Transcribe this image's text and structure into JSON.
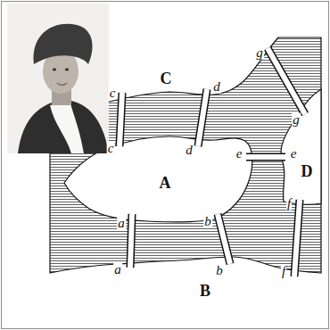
{
  "diagram": {
    "labels": [
      "g",
      "C",
      "c",
      "d",
      "g",
      "c",
      "d",
      "e",
      "e",
      "A",
      "D",
      "f",
      "a",
      "b",
      "f",
      "a",
      "b",
      "B"
    ]
  }
}
